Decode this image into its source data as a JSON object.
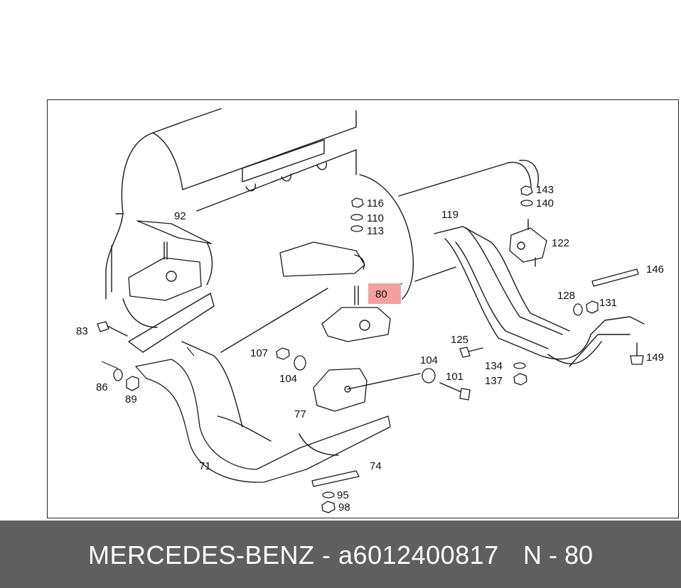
{
  "diagram": {
    "highlight_color": "#f4a0a0",
    "labels": [
      {
        "id": "92",
        "text": "92"
      },
      {
        "id": "116",
        "text": "116"
      },
      {
        "id": "110",
        "text": "110"
      },
      {
        "id": "113",
        "text": "113"
      },
      {
        "id": "119",
        "text": "119"
      },
      {
        "id": "143",
        "text": "143"
      },
      {
        "id": "140",
        "text": "140"
      },
      {
        "id": "122",
        "text": "122"
      },
      {
        "id": "146",
        "text": "146"
      },
      {
        "id": "80",
        "text": "80"
      },
      {
        "id": "128",
        "text": "128"
      },
      {
        "id": "131",
        "text": "131"
      },
      {
        "id": "83",
        "text": "83"
      },
      {
        "id": "125",
        "text": "125"
      },
      {
        "id": "107",
        "text": "107"
      },
      {
        "id": "104a",
        "text": "104"
      },
      {
        "id": "104b",
        "text": "104"
      },
      {
        "id": "101",
        "text": "101"
      },
      {
        "id": "134",
        "text": "134"
      },
      {
        "id": "137",
        "text": "137"
      },
      {
        "id": "149",
        "text": "149"
      },
      {
        "id": "86",
        "text": "86"
      },
      {
        "id": "89",
        "text": "89"
      },
      {
        "id": "77",
        "text": "77"
      },
      {
        "id": "71",
        "text": "71"
      },
      {
        "id": "74",
        "text": "74"
      },
      {
        "id": "95",
        "text": "95"
      },
      {
        "id": "98",
        "text": "98"
      }
    ]
  },
  "footer": {
    "brand_part": "MERCEDES-BENZ - a6012400817",
    "ref": "N - 80",
    "bg_color": "#5f5f5f"
  }
}
